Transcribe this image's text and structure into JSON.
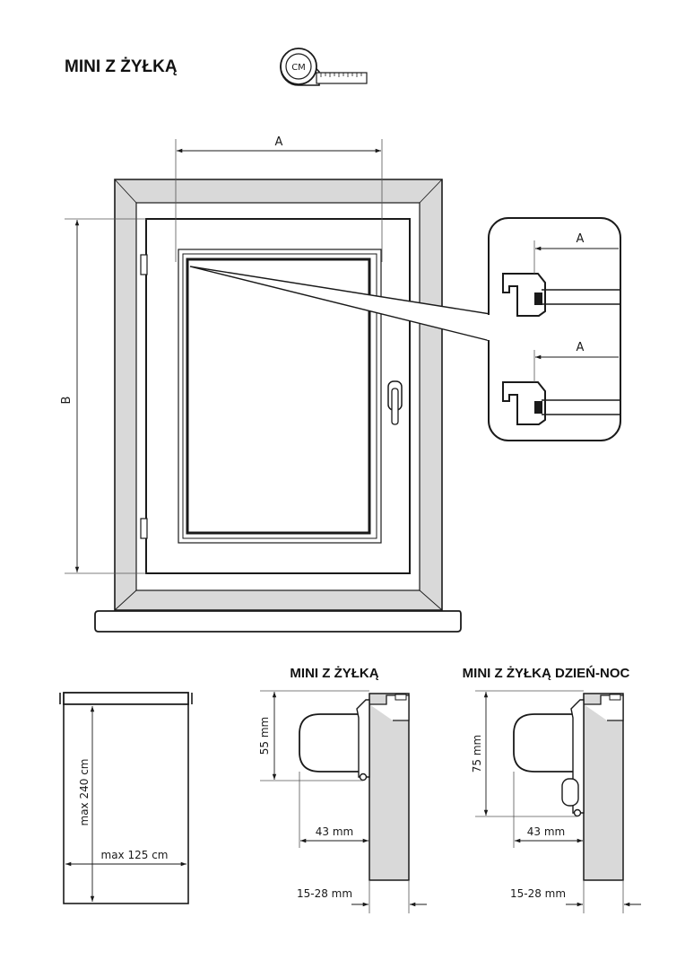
{
  "header": {
    "title": "MINI Z ŻYŁKĄ",
    "tape_icon": "measuring-tape-icon",
    "tape_label": "CM"
  },
  "window_diagram": {
    "label_width": "A",
    "label_height": "B"
  },
  "detail_callout": {
    "label_top": "A",
    "label_bottom": "A"
  },
  "size_limits": {
    "max_height": "max 240 cm",
    "max_width": "max 125 cm"
  },
  "profile_standard": {
    "title": "MINI Z ŻYŁKĄ",
    "height": "55 mm",
    "depth": "43 mm",
    "glazing_bead": "15-28 mm"
  },
  "profile_day_night": {
    "title": "MINI Z ŻYŁKĄ DZIEŃ-NOC",
    "height": "75 mm",
    "depth": "43 mm",
    "glazing_bead": "15-28 mm"
  },
  "colors": {
    "line": "#1a1a1a",
    "frame_fill": "#d9d9d9",
    "background": "#ffffff"
  }
}
